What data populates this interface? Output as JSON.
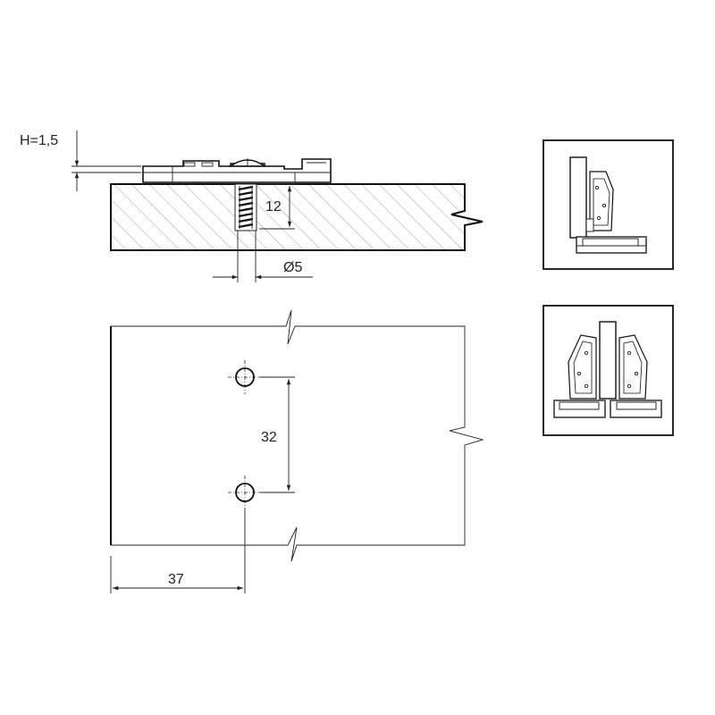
{
  "dimensions": {
    "height_offset": "H=1,5",
    "screw_depth": "12",
    "hole_diameter": "Ø5",
    "hole_spacing": "32",
    "edge_distance": "37"
  },
  "icons": {
    "hinge_side_view": "hinge-closed-icon",
    "hinge_pair_view": "hinge-pair-icon"
  }
}
